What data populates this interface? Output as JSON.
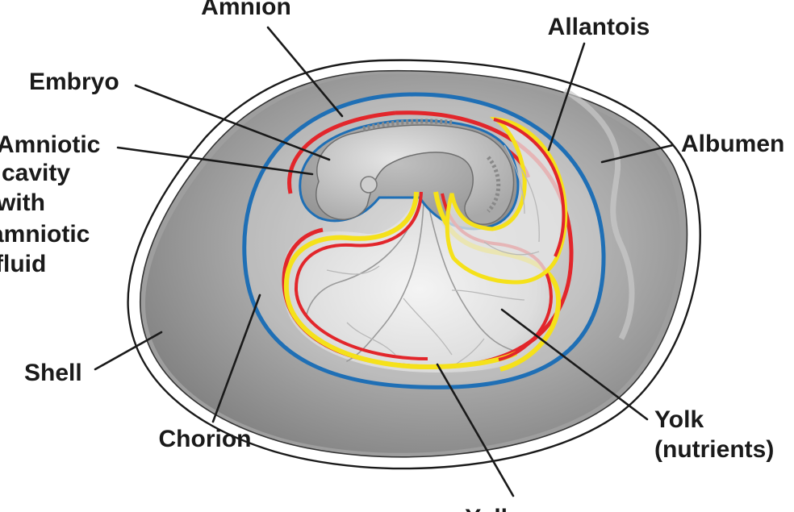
{
  "labels": {
    "amnion": "Amnion",
    "allantois": "Allantois",
    "embryo": "Embryo",
    "amniotic_cavity": [
      "Amniotic",
      "cavity",
      "with",
      "amniotic",
      "fluid"
    ],
    "albumen": "Albumen",
    "shell": "Shell",
    "chorion": "Chorion",
    "yolk_nutrients": [
      "Yolk",
      "(nutrients)"
    ],
    "yolk_sac": "Yolk sac"
  },
  "colors": {
    "chorion_membrane": "#1f6fb5",
    "amnion_membrane": "#e2262b",
    "yolk_sac_membrane": "#f5e11a",
    "albumen": "#8c8c8c",
    "shell": "#ffffff",
    "outline": "#1a1a1a"
  }
}
